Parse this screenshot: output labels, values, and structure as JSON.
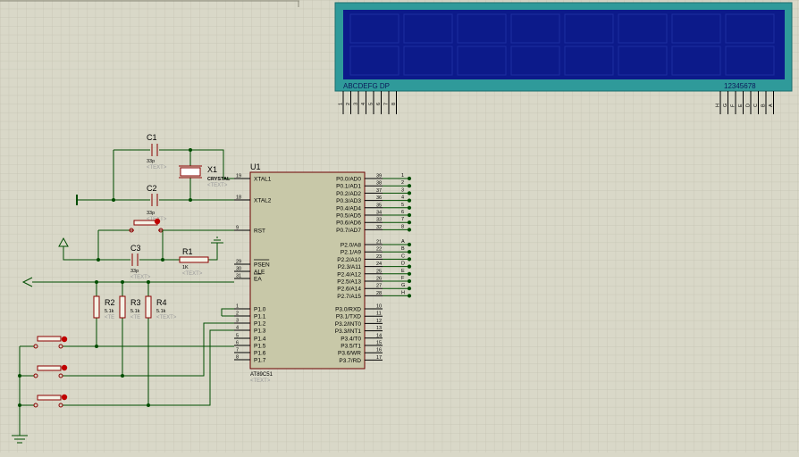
{
  "lcd": {
    "top_labels": "ABCDEFG DP",
    "top_label_right": "12345678",
    "left_pins": [
      "1",
      "2",
      "3",
      "4",
      "5",
      "6",
      "7",
      "8"
    ],
    "right_pins": [
      "H",
      "G",
      "F",
      "E",
      "D",
      "C",
      "B",
      "A"
    ]
  },
  "mcu": {
    "ref": "U1",
    "part": "AT89C51",
    "text": "<TEXT>",
    "left_pins": [
      {
        "num": "19",
        "name": "XTAL1"
      },
      {
        "num": "18",
        "name": "XTAL2"
      },
      {
        "num": "9",
        "name": "RST"
      },
      {
        "num": "29",
        "name": "PSEN"
      },
      {
        "num": "30",
        "name": "ALE"
      },
      {
        "num": "31",
        "name": "EA"
      },
      {
        "num": "1",
        "name": "P1.0"
      },
      {
        "num": "2",
        "name": "P1.1"
      },
      {
        "num": "3",
        "name": "P1.2"
      },
      {
        "num": "4",
        "name": "P1.3"
      },
      {
        "num": "5",
        "name": "P1.4"
      },
      {
        "num": "6",
        "name": "P1.5"
      },
      {
        "num": "7",
        "name": "P1.6"
      },
      {
        "num": "8",
        "name": "P1.7"
      }
    ],
    "right_pins": [
      {
        "num": "39",
        "name": "P0.0/AD0",
        "net": "1"
      },
      {
        "num": "38",
        "name": "P0.1/AD1",
        "net": "2"
      },
      {
        "num": "37",
        "name": "P0.2/AD2",
        "net": "3"
      },
      {
        "num": "36",
        "name": "P0.3/AD3",
        "net": "4"
      },
      {
        "num": "35",
        "name": "P0.4/AD4",
        "net": "5"
      },
      {
        "num": "34",
        "name": "P0.5/AD5",
        "net": "6"
      },
      {
        "num": "33",
        "name": "P0.6/AD6",
        "net": "7"
      },
      {
        "num": "32",
        "name": "P0.7/AD7",
        "net": "8"
      },
      {
        "num": "21",
        "name": "P2.0/A8",
        "net": "A"
      },
      {
        "num": "22",
        "name": "P2.1/A9",
        "net": "B"
      },
      {
        "num": "23",
        "name": "P2.2/A10",
        "net": "C"
      },
      {
        "num": "24",
        "name": "P2.3/A11",
        "net": "D"
      },
      {
        "num": "25",
        "name": "P2.4/A12",
        "net": "E"
      },
      {
        "num": "26",
        "name": "P2.5/A13",
        "net": "F"
      },
      {
        "num": "27",
        "name": "P2.6/A14",
        "net": "G"
      },
      {
        "num": "28",
        "name": "P2.7/A15",
        "net": "H"
      },
      {
        "num": "10",
        "name": "P3.0/RXD",
        "net": ""
      },
      {
        "num": "11",
        "name": "P3.1/TXD",
        "net": ""
      },
      {
        "num": "12",
        "name": "P3.2/INT0",
        "net": ""
      },
      {
        "num": "13",
        "name": "P3.3/INT1",
        "net": ""
      },
      {
        "num": "14",
        "name": "P3.4/T0",
        "net": ""
      },
      {
        "num": "15",
        "name": "P3.5/T1",
        "net": ""
      },
      {
        "num": "16",
        "name": "P3.6/WR",
        "net": ""
      },
      {
        "num": "17",
        "name": "P3.7/RD",
        "net": ""
      }
    ]
  },
  "components": {
    "c1": {
      "ref": "C1",
      "value": "33p",
      "text": "<TEXT>"
    },
    "c2": {
      "ref": "C2",
      "value": "33p",
      "text": "<TEXT>"
    },
    "c3": {
      "ref": "C3",
      "value": "33p",
      "text": "<TEXT>"
    },
    "x1": {
      "ref": "X1",
      "value": "CRYSTAL",
      "text": "<TEXT>"
    },
    "r1": {
      "ref": "R1",
      "value": "1K",
      "text": "<TEXT>"
    },
    "r2": {
      "ref": "R2",
      "value": "5.1k",
      "text": "<TE"
    },
    "r3": {
      "ref": "R3",
      "value": "5.1k",
      "text": "<TE"
    },
    "r4": {
      "ref": "R4",
      "value": "5.1k",
      "text": "<TEXT>"
    }
  },
  "colors": {
    "background": "#d9d8c8",
    "grid": "#c5c4b4",
    "lcd_bezel": "#2f9a9a",
    "lcd_screen": "#0c1a8a",
    "chip_body": "#c8c8a8",
    "wire": "#004d00",
    "component": "#8b0000"
  }
}
